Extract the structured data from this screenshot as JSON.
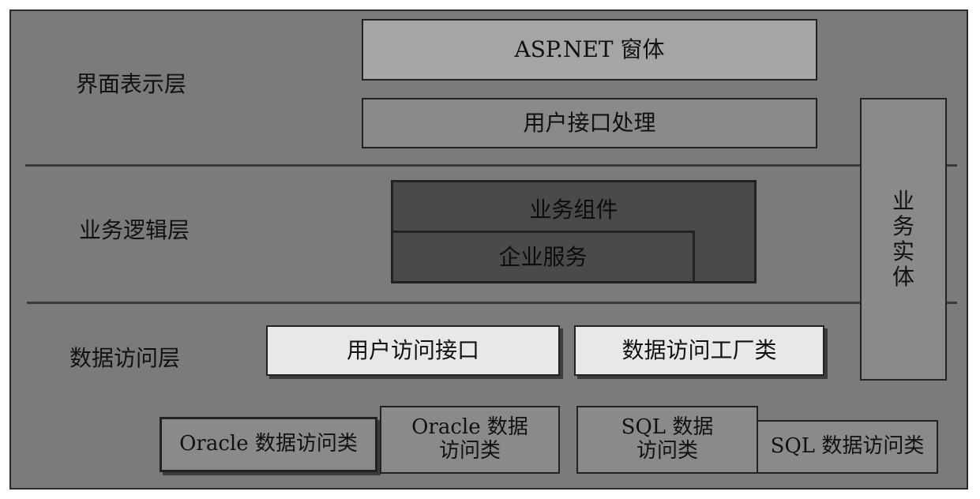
{
  "layers": {
    "presentation": "界面表示层",
    "business": "业务逻辑层",
    "data_access": "数据访问层"
  },
  "boxes": {
    "aspnet_forms": "ASP.NET 窗体",
    "ui_processing": "用户接口处理",
    "business_components": "业务组件",
    "enterprise_services": "企业服务",
    "business_entity": [
      "业",
      "务",
      "实",
      "体"
    ],
    "user_access_interface": "用户访问接口",
    "data_access_factory": "数据访问工厂类",
    "oracle_access_class": "Oracle 数据访问类",
    "oracle_data_access_line1": "Oracle 数据",
    "oracle_data_access_line2": "访问类",
    "sql_data_access_line1": "SQL 数据",
    "sql_data_access_line2": "访问类",
    "sql_access_class": "SQL 数据访问类"
  },
  "colors": {
    "background": "#7b7b7b",
    "dark_block": "#4a4a4a",
    "light_block": "#e8e8e8"
  }
}
